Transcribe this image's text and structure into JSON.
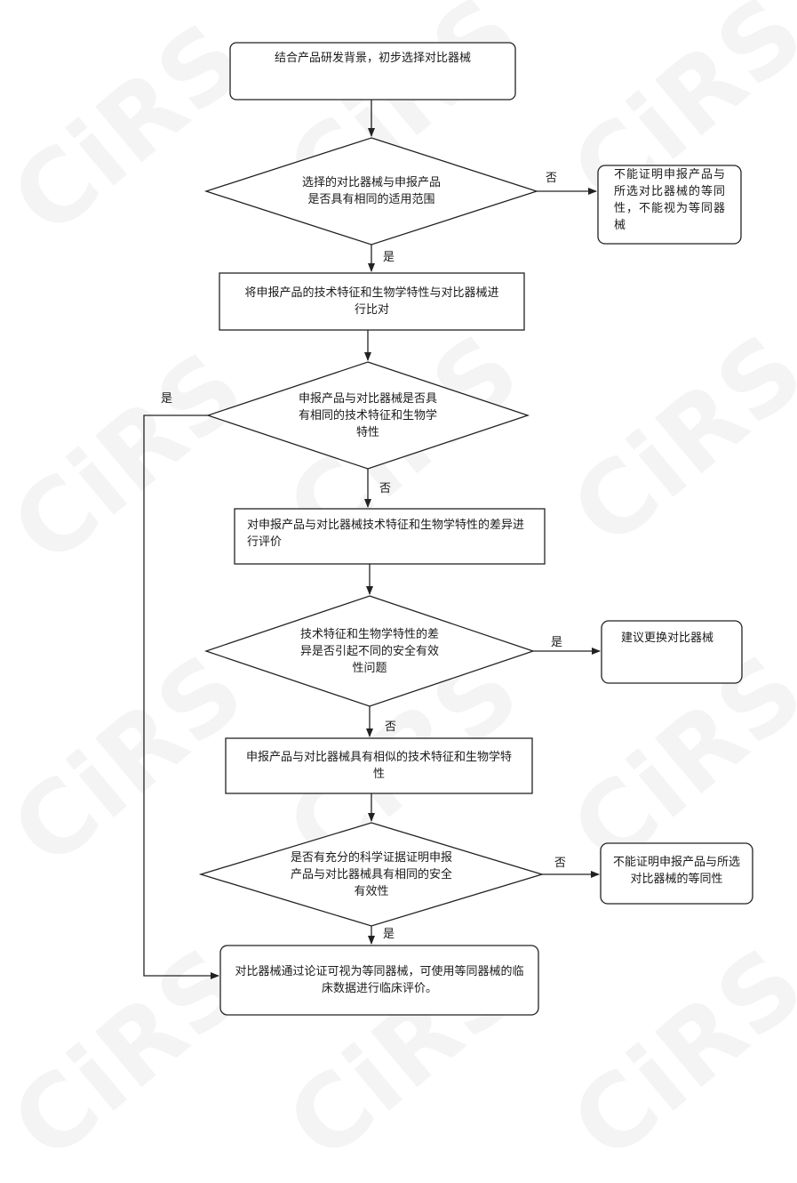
{
  "watermark": "CiRS",
  "nodes": {
    "start": "结合产品研发背景，初步选择对比器械",
    "d1": "选择的对比器械与申报产品是否具有相同的适用范围",
    "r1": "不能证明申报产品与所选对比器械的等同性，不能视为等同器械",
    "p1": "将申报产品的技术特征和生物学特性与对比器械进行比对",
    "d2": "申报产品与对比器械是否具有相同的技术特征和生物学特性",
    "p2": "对申报产品与对比器械技术特征和生物学特性的差异进行评价",
    "d3": "技术特征和生物学特性的差异是否引起不同的安全有效性问题",
    "r3": "建议更换对比器械",
    "p3": "申报产品与对比器械具有相似的技术特征和生物学特性",
    "d4": "是否有充分的科学证据证明申报产品与对比器械具有相同的安全有效性",
    "r4": "不能证明申报产品与所选对比器械的等同性",
    "end": "对比器械通过论证可视为等同器械，可使用等同器械的临床数据进行临床评价。"
  },
  "labels": {
    "d1_no": "否",
    "d1_yes": "是",
    "d2_yes": "是",
    "d2_no": "否",
    "d3_yes": "是",
    "d3_no": "否",
    "d4_no": "否",
    "d4_yes": "是"
  }
}
